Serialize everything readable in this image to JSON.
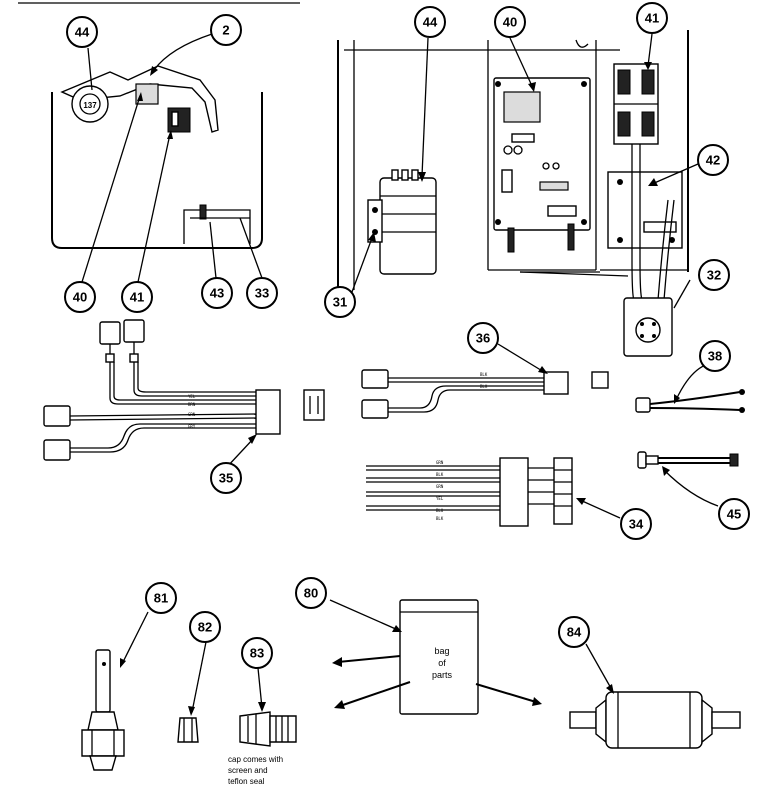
{
  "callouts": {
    "c44a": "44",
    "c2": "2",
    "c40a": "40",
    "c41a": "41",
    "c43": "43",
    "c33": "33",
    "c44b": "44",
    "c40b": "40",
    "c41b": "41",
    "c42": "42",
    "c31": "31",
    "c32": "32",
    "c36": "36",
    "c38": "38",
    "c35": "35",
    "c34": "34",
    "c45": "45",
    "c81": "81",
    "c82": "82",
    "c83": "83",
    "c80": "80",
    "c84": "84"
  },
  "bag": {
    "line1": "bag",
    "line2": "of",
    "line3": "parts"
  },
  "note83": {
    "line1": "cap comes with",
    "line2": "screen and",
    "line3": "teflon seal"
  },
  "wire_labels_35": [
    "YEL",
    "BRN",
    "GRN",
    "GRY"
  ],
  "wire_labels_36": [
    "BLK",
    "BLK"
  ],
  "wire_labels_34": [
    "GRN",
    "BLK",
    "GRN",
    "YEL",
    "BLU",
    "BLK"
  ]
}
